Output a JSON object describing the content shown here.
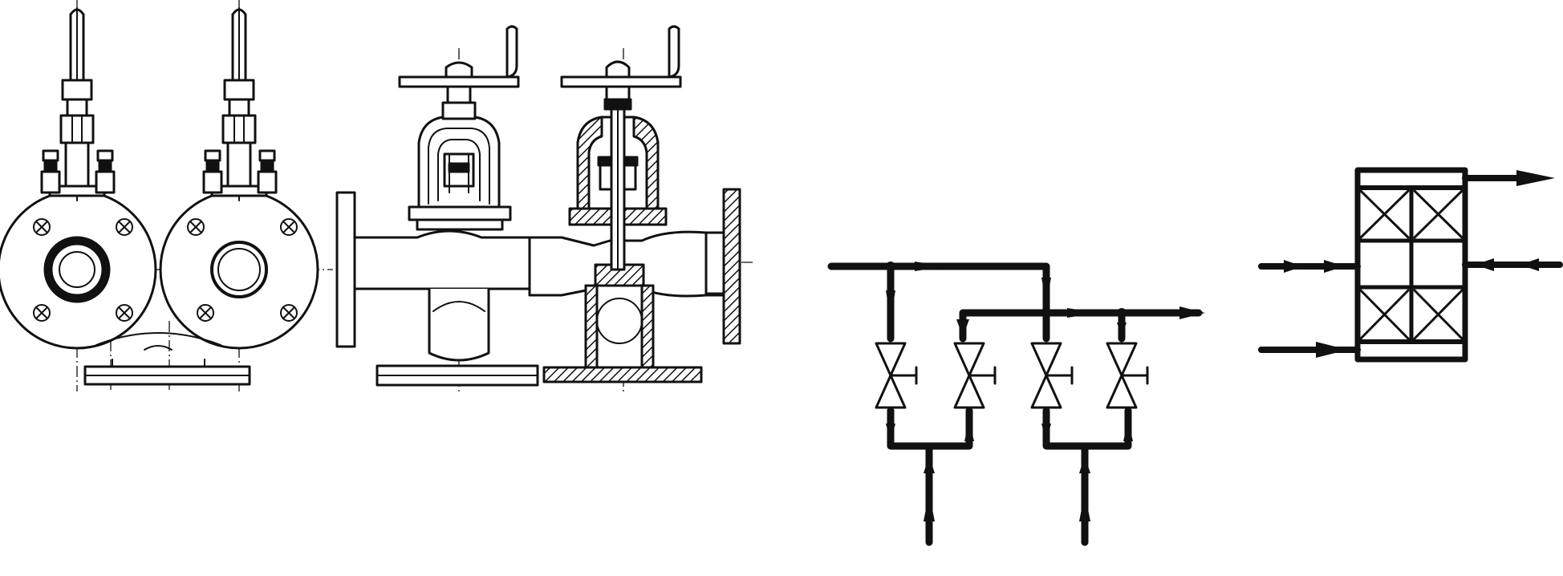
{
  "ink_color": "#111111",
  "paper_color": "#ffffff",
  "figures": [
    {
      "id": "valve-drawing",
      "kind": "engineering drawing: pair of manifold valves, front and side sectional views"
    },
    {
      "id": "piping-scheme",
      "kind": "schematic: four shut-off valves on branching pipes with flow arrows"
    },
    {
      "id": "block-symbol",
      "kind": "symbol: block with four crossed cells and six flow arrows"
    }
  ]
}
